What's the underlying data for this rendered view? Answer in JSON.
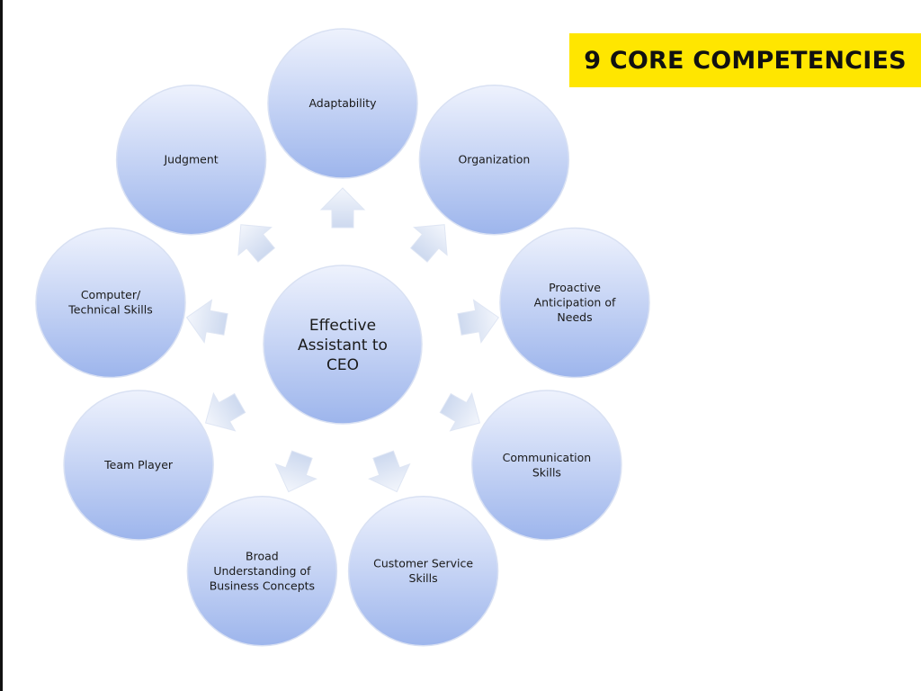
{
  "title": "9 CORE COMPETENCIES",
  "colors": {
    "banner": "#ffe600",
    "circle_light": "#eef2fd",
    "circle_dark": "#9db5ec",
    "circle_stroke": "#d9e1f3",
    "arrow_light": "#f3f6fc",
    "arrow_dark": "#cdd9ef"
  },
  "hub": {
    "lines": [
      "Effective",
      "Assistant to",
      "CEO"
    ]
  },
  "competencies": [
    {
      "id": "adaptability",
      "lines": [
        "Adaptability"
      ]
    },
    {
      "id": "organization",
      "lines": [
        "Organization"
      ]
    },
    {
      "id": "proactive-anticipation",
      "lines": [
        "Proactive",
        "Anticipation of",
        "Needs"
      ]
    },
    {
      "id": "communication-skills",
      "lines": [
        "Communication",
        "Skills"
      ]
    },
    {
      "id": "customer-service-skills",
      "lines": [
        "Customer Service",
        "Skills"
      ]
    },
    {
      "id": "broad-understanding",
      "lines": [
        "Broad",
        "Understanding of",
        "Business Concepts"
      ]
    },
    {
      "id": "team-player",
      "lines": [
        "Team Player"
      ]
    },
    {
      "id": "computer-technical-skills",
      "lines": [
        "Computer/",
        "Technical Skills"
      ]
    },
    {
      "id": "judgment",
      "lines": [
        "Judgment"
      ]
    }
  ]
}
